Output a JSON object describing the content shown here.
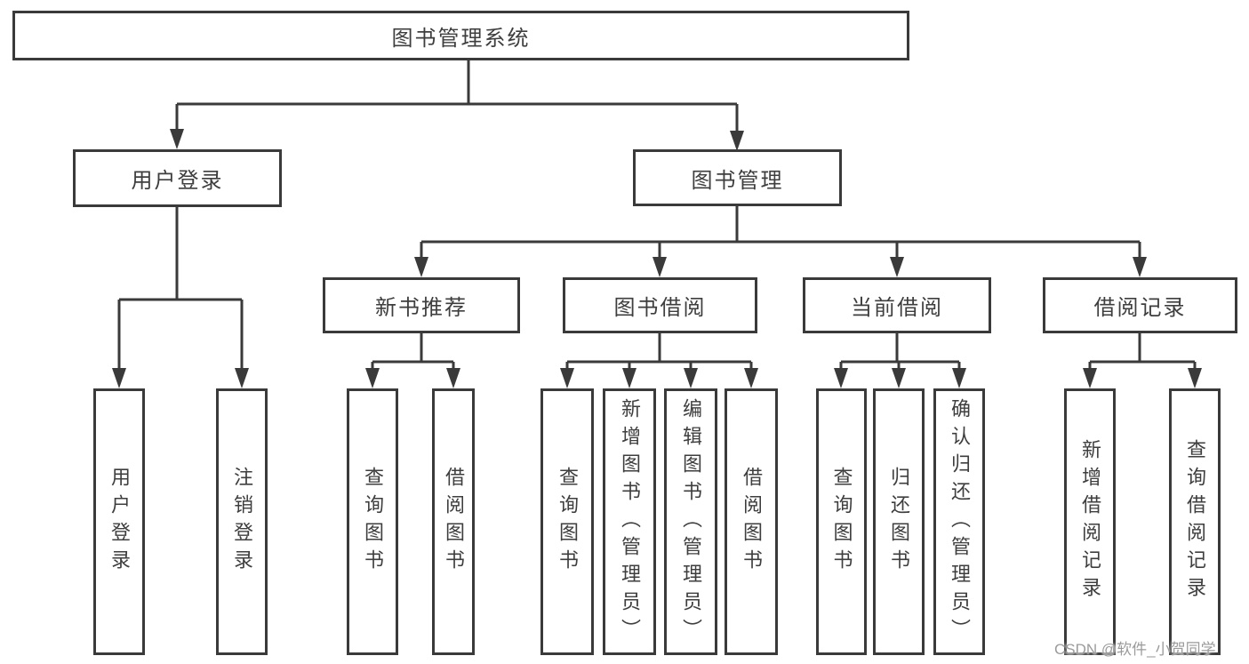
{
  "tree": {
    "label": "图书管理系统",
    "children": [
      {
        "label": "用户登录",
        "children": [
          {
            "label": "用户登录"
          },
          {
            "label": "注销登录"
          }
        ]
      },
      {
        "label": "图书管理",
        "children": [
          {
            "label": "新书推荐",
            "children": [
              {
                "label": "查询图书"
              },
              {
                "label": "借阅图书"
              }
            ]
          },
          {
            "label": "图书借阅",
            "children": [
              {
                "label": "查询图书"
              },
              {
                "label": "新增图书（管理员）"
              },
              {
                "label": "编辑图书（管理员）"
              },
              {
                "label": "借阅图书"
              }
            ]
          },
          {
            "label": "当前借阅",
            "children": [
              {
                "label": "查询图书"
              },
              {
                "label": "归还图书"
              },
              {
                "label": "确认归还（管理员）"
              }
            ]
          },
          {
            "label": "借阅记录",
            "children": [
              {
                "label": "新增借阅记录"
              },
              {
                "label": "查询借阅记录"
              }
            ]
          }
        ]
      }
    ]
  },
  "watermark": {
    "text": "CSDN @软件_小贺同学"
  },
  "colors": {
    "line": "#3a3a3a",
    "text": "#3e3e3e",
    "background": "#ffffff",
    "watermark": "#9b9b9b"
  }
}
